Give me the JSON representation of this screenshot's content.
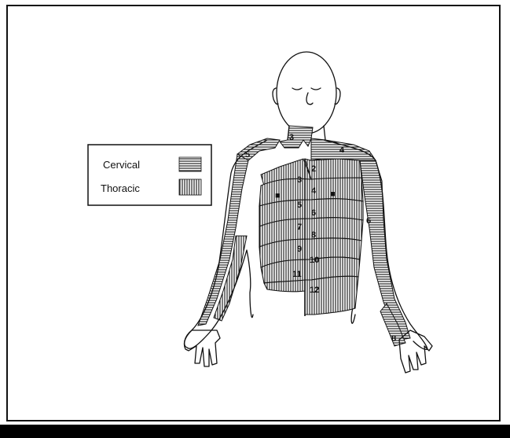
{
  "legend": {
    "items": [
      {
        "label": "Cervical",
        "pattern": "horizontal-stripes"
      },
      {
        "label": "Thoracic",
        "pattern": "vertical-stripes"
      }
    ]
  },
  "dermatome_labels": {
    "c3": "3",
    "c4": "4",
    "c5": "5",
    "c6": "6",
    "c8": "8",
    "t2": "2",
    "t3": "3",
    "t4": "4",
    "t5": "5",
    "t6": "6",
    "t7": "7",
    "t8": "8",
    "t9": "9",
    "t10": "10",
    "t11": "11",
    "t12": "12",
    "nipple_left": "■",
    "nipple_right": "■"
  },
  "colors": {
    "ink": "#111111",
    "paper": "#ffffff",
    "bar": "#000000"
  }
}
